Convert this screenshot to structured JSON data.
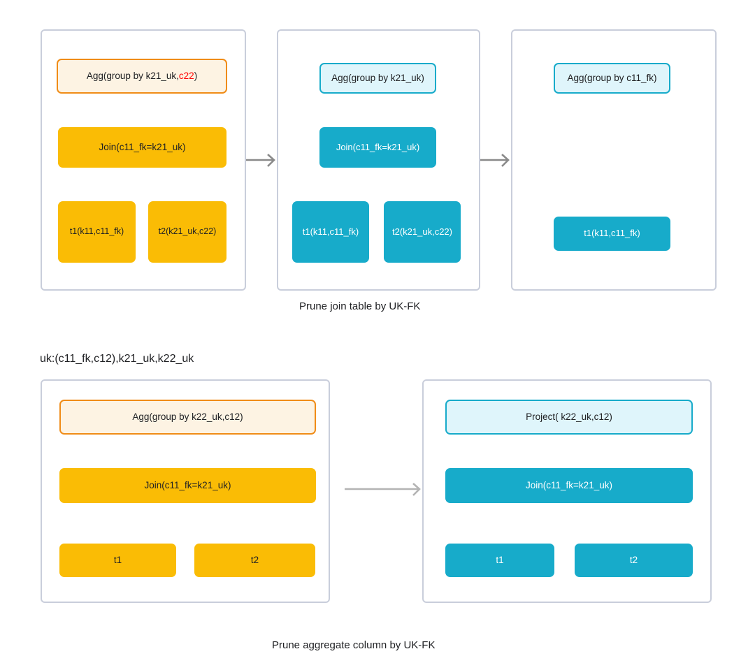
{
  "diagram": {
    "title_top_caption": "Prune join table by UK-FK",
    "title_bottom_caption": "Prune aggregate column by UK-FK",
    "uk_label": "uk:(c11_fk,c12),k21_uk,k22_uk",
    "colors": {
      "amber_fill": "#fabc05",
      "amber_outline_border": "#f08c17",
      "amber_outline_fill": "#fdf3e3",
      "teal_fill": "#17abca",
      "teal_outline_border": "#17abca",
      "teal_outline_fill": "#dff5fb",
      "panel_border": "#c9cedb",
      "connector": "#adadad",
      "step_arrow": "#8a8a8a",
      "highlight_text": "#ff0000"
    }
  },
  "top_row": {
    "panel1": {
      "agg": {
        "prefix": "Agg(group by k21_uk,",
        "highlight": "c22",
        "suffix": ")"
      },
      "join": "Join(c11_fk=k21_uk)",
      "left_table": "t1(k11,c11_fk)",
      "right_table": "t2(k21_uk,c22)"
    },
    "panel2": {
      "agg": "Agg(group by k21_uk)",
      "join": "Join(c11_fk=k21_uk)",
      "left_table": "t1(k11,c11_fk)",
      "right_table": "t2(k21_uk,c22)"
    },
    "panel3": {
      "agg": "Agg(group by c11_fk)",
      "table": "t1(k11,c11_fk)"
    }
  },
  "bottom_row": {
    "panel1": {
      "agg": "Agg(group by k22_uk,c12)",
      "join": "Join(c11_fk=k21_uk)",
      "left_table": "t1",
      "right_table": "t2"
    },
    "panel2": {
      "project": "Project( k22_uk,c12)",
      "join": "Join(c11_fk=k21_uk)",
      "left_table": "t1",
      "right_table": "t2"
    }
  }
}
